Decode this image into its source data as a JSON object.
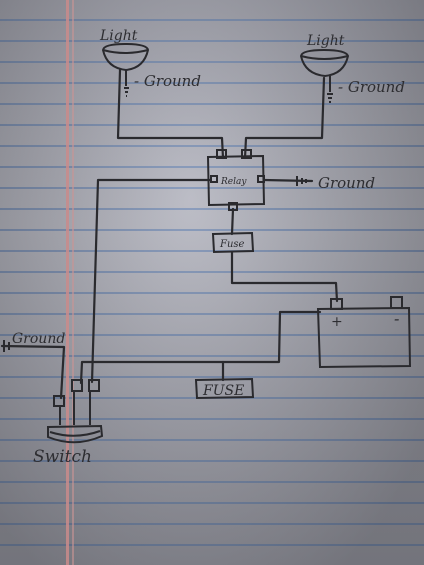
{
  "labels": {
    "light_left": "Light",
    "light_right": "Light",
    "ground_left_light": "- Ground",
    "ground_right_light": "- Ground",
    "relay": "Relay",
    "relay_ground": "Ground",
    "fuse_small": "Fuse",
    "battery_plus": "+",
    "battery_minus": "-",
    "switch_ground": "Ground",
    "fuse_large": "FUSE",
    "switch": "Switch"
  },
  "colors": {
    "ink": "#2a2a2e",
    "paper": "#b0b1bc",
    "rule_line": "#7f93b6",
    "margin_line": "#c98b8b"
  }
}
